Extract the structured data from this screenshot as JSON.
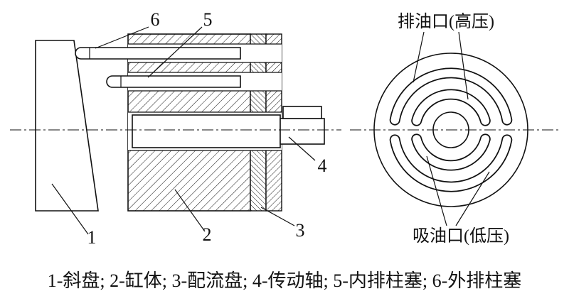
{
  "figure": {
    "caption": "1-斜盘; 2-缸体; 3-配流盘; 4-传动轴; 5-内排柱塞; 6-外排柱塞",
    "section": {
      "num1": "1",
      "num2": "2",
      "num3": "3",
      "num4": "4",
      "num5": "5",
      "num6": "6"
    },
    "port_view": {
      "discharge": "排油口(高压)",
      "suction": "吸油口(低压)"
    },
    "colors": {
      "line": "#111111",
      "background": "#ffffff"
    }
  }
}
